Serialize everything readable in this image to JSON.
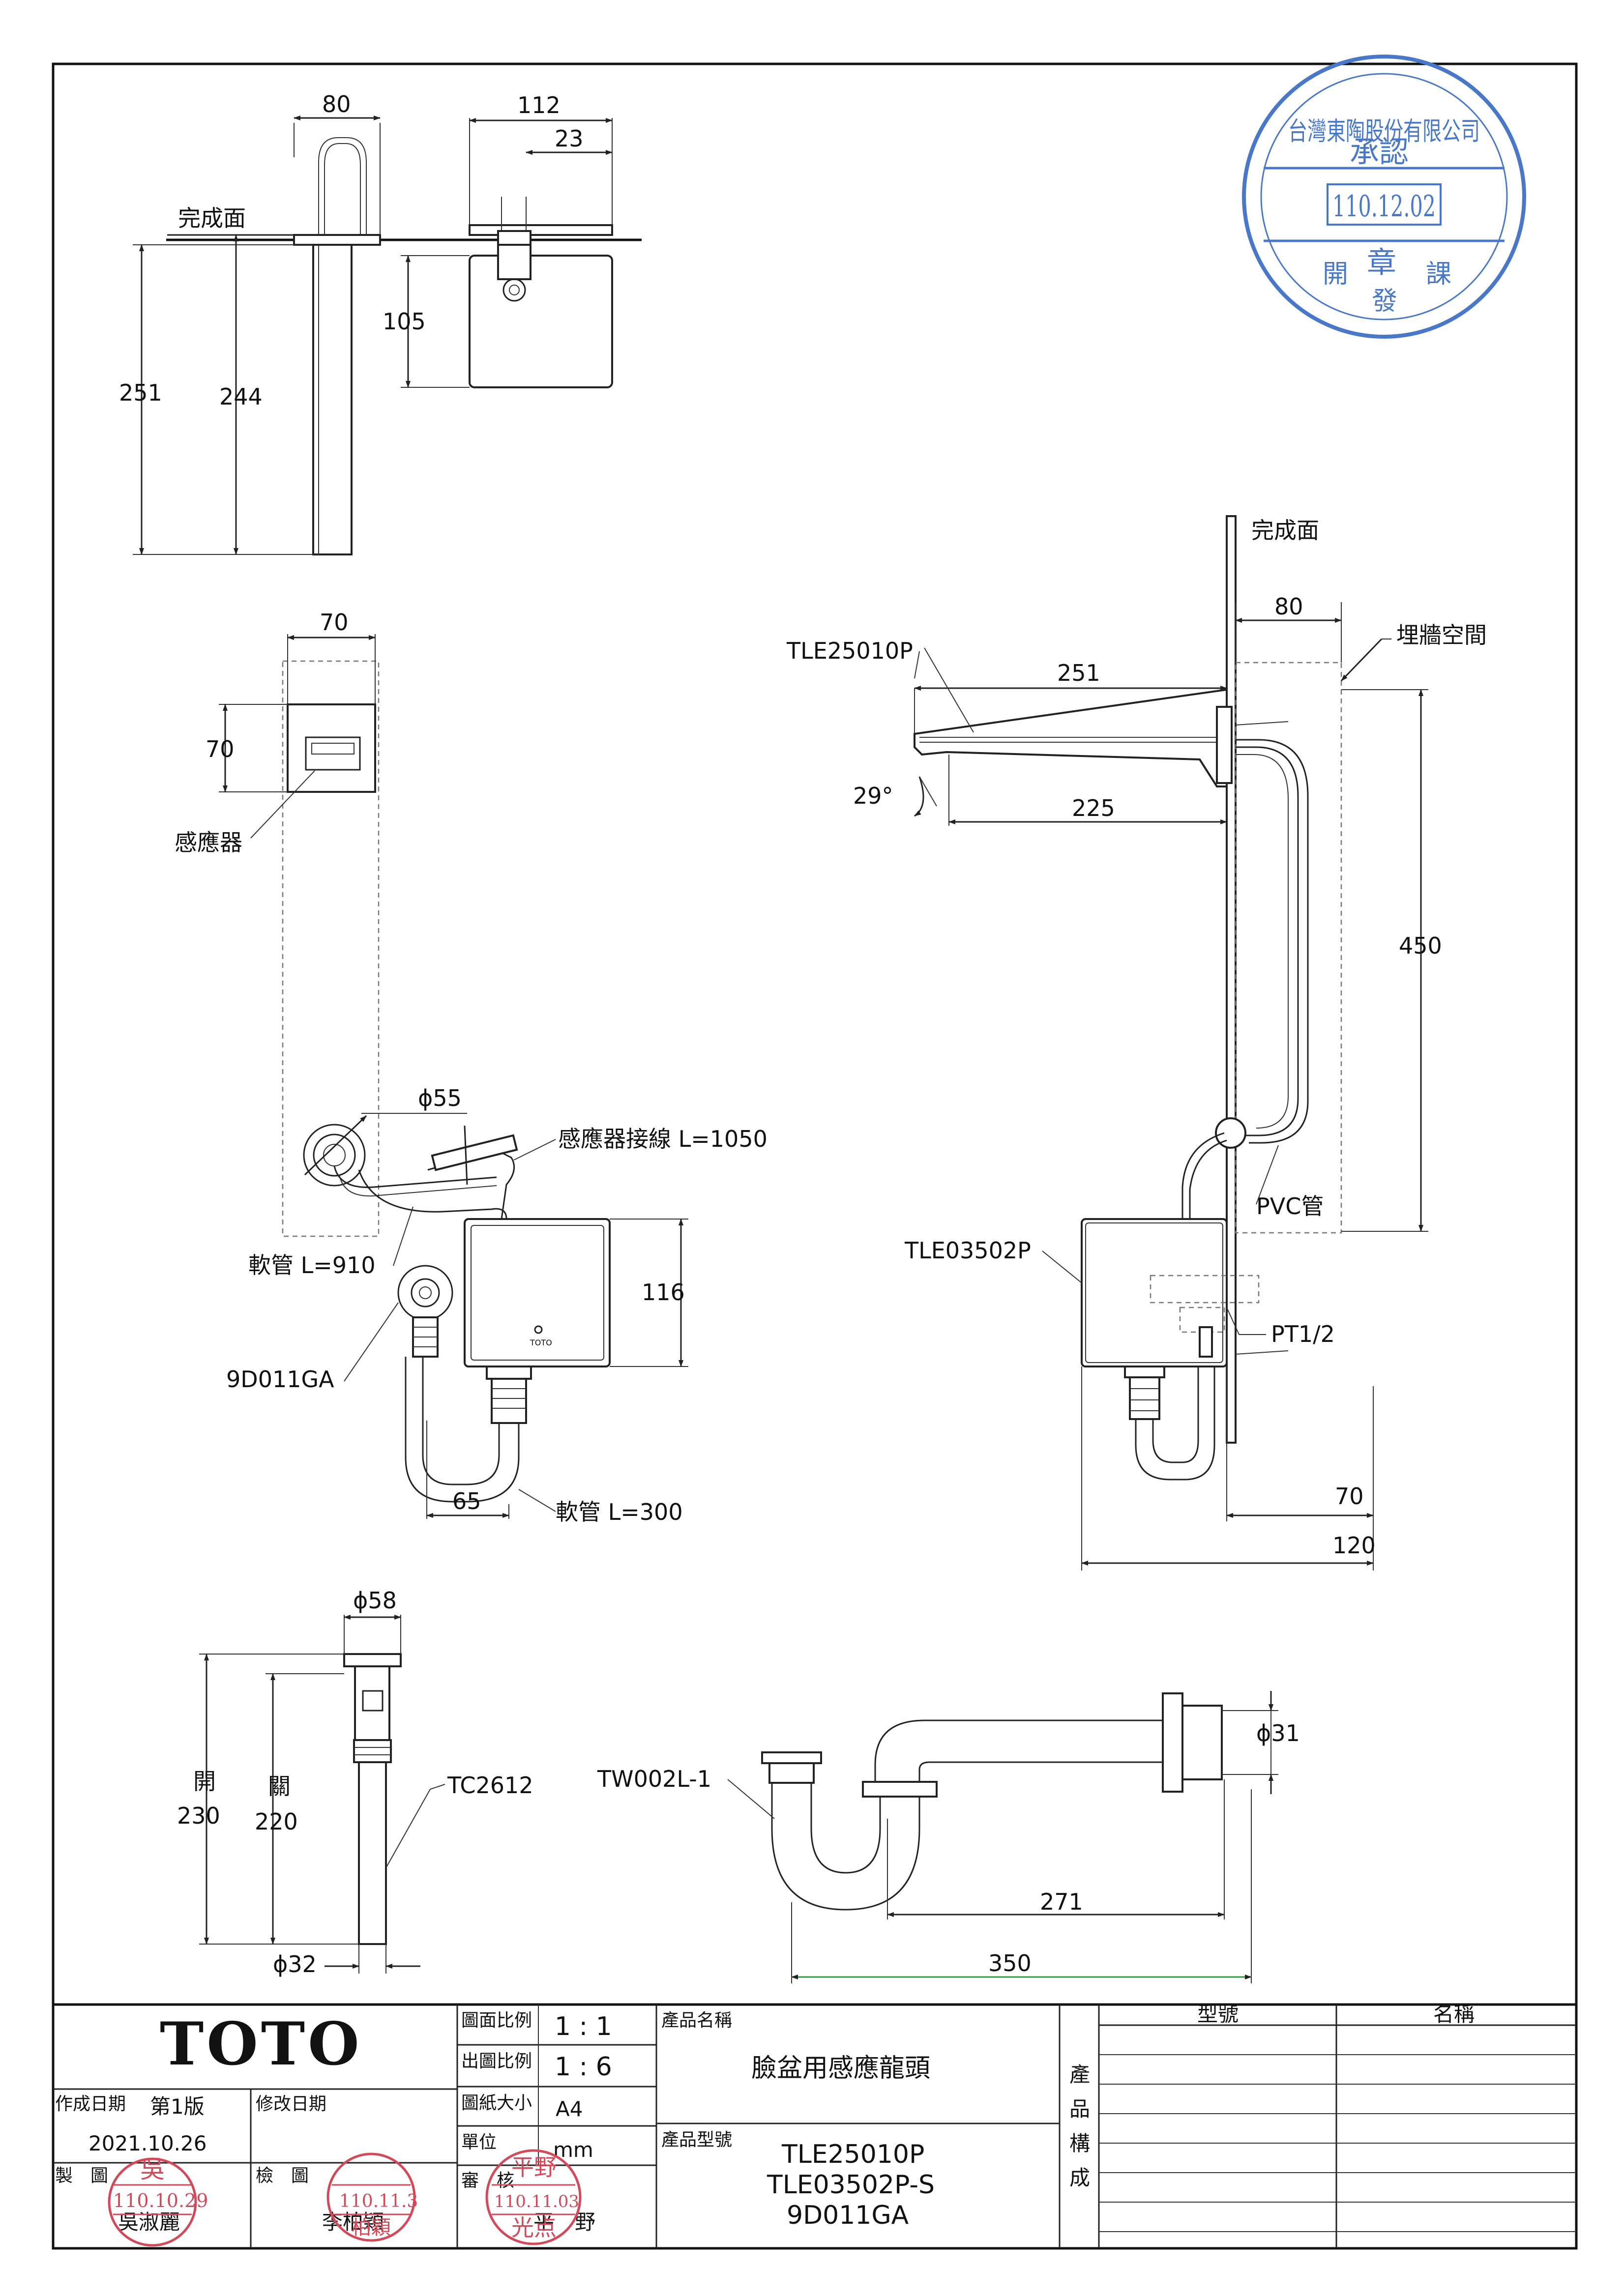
{
  "drawing": {
    "finished_surface_label": "完成面",
    "top_view": {
      "dim_width": "80",
      "dim_height_total": "251",
      "dim_height_pipe": "244"
    },
    "box_view": {
      "dim_width": "112",
      "dim_offset": "23",
      "dim_height": "105"
    },
    "sensor_view": {
      "dim_width": "70",
      "dim_height": "70",
      "sensor_label": "感應器"
    },
    "install_view": {
      "dim_diameter": "ϕ55",
      "sensor_cable_label": "感應器接線 L=1050",
      "hose_label_1": "軟管 L=910",
      "valve_part": "9D011GA",
      "dim_box_height": "116",
      "dim_hose_offset": "65",
      "hose_label_2": "軟管 L=300"
    },
    "side_view": {
      "finished_surface_label": "完成面",
      "spout_part": "TLE25010P",
      "dim_wall_space": "80",
      "wall_space_label": "埋牆空間",
      "dim_spout_length": "251",
      "dim_angle": "29°",
      "dim_spout_reach": "225",
      "dim_height": "450",
      "pvc_label": "PVC管",
      "box_part": "TLE03502P",
      "thread_label": "PT1/2",
      "dim_depth_70": "70",
      "dim_depth_120": "120"
    },
    "drain_view": {
      "dim_top_dia": "ϕ58",
      "open_label": "開",
      "open_height": "230",
      "closed_label": "關",
      "closed_height": "220",
      "part": "TC2612",
      "dim_bottom_dia": "ϕ32"
    },
    "trap_view": {
      "part": "TW002L-1",
      "dim_outlet_dia": "ϕ31",
      "dim_271": "271",
      "dim_350": "350"
    }
  },
  "title_block": {
    "logo": "TOTO",
    "scale_label": "圖面比例",
    "scale_value": "1 : 1",
    "print_scale_label": "出圖比例",
    "print_scale_value": "1 : 6",
    "paper_label": "圖紙大小",
    "paper_value": "A4",
    "unit_label": "單位",
    "unit_value": "mm",
    "created_label": "作成日期",
    "version": "第1版",
    "revised_label": "修改日期",
    "created_date": "2021.10.26",
    "drawn_label": "製　圖",
    "drawn_by": "吳淑麗",
    "drawn_stamp_top": "吳",
    "drawn_stamp_date": "110.10.29",
    "checked_label": "檢　圖",
    "checked_by": "李柏穎",
    "checked_stamp_date": "110.11.3",
    "checked_stamp_name": "柏穎",
    "approved_label": "審　核",
    "approved_by": "平　野",
    "approved_stamp_top": "平野",
    "approved_stamp_date": "110.11.03",
    "approved_stamp_name": "光点",
    "product_name_label": "產品名稱",
    "product_name": "臉盆用感應龍頭",
    "product_model_label": "產品型號",
    "models": [
      "TLE25010P",
      "TLE03502P-S",
      "9D011GA"
    ],
    "composition_label": [
      "產",
      "品",
      "構",
      "成"
    ],
    "model_col": "型號",
    "name_col": "名稱"
  },
  "approval_stamp": {
    "company": "台灣東陶股份有限公司",
    "approved": "承認",
    "date": "110.12.02",
    "seal": "章",
    "dept_left": "開",
    "dept_mid": "發",
    "dept_right": "課"
  },
  "colors": {
    "stamp_blue": "#4a78c8",
    "stamp_red": "#d24a5a",
    "line": "#222222",
    "green_line": "#2e9a3a"
  }
}
